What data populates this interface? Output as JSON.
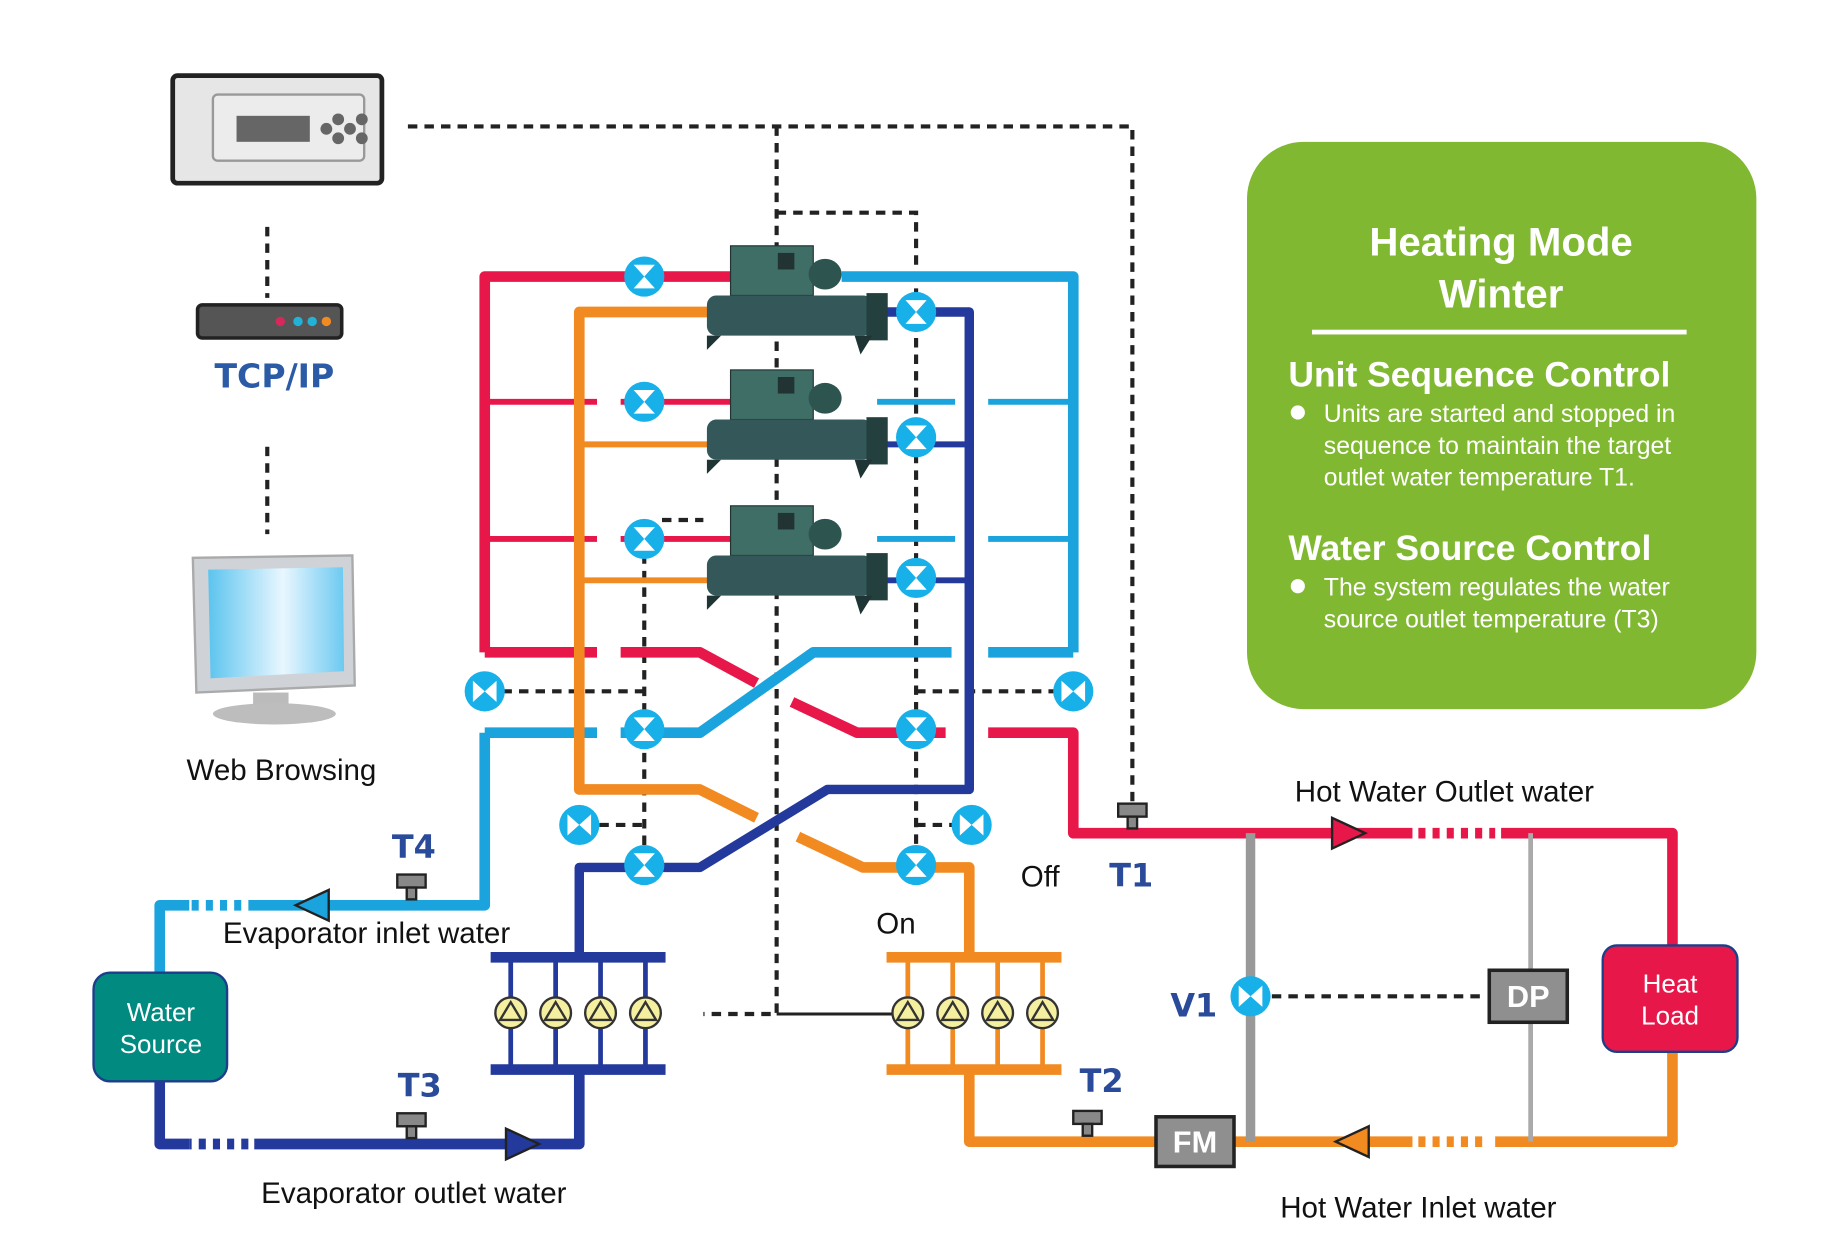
{
  "panel": {
    "title_line1": "Heating Mode",
    "title_line2": "Winter",
    "sections": [
      {
        "heading": "Unit Sequence Control",
        "bullet_lines": [
          "Units are started and stopped in",
          "sequence to maintain the target",
          "outlet water temperature T1."
        ]
      },
      {
        "heading": "Water Source Control",
        "bullet_lines": [
          "The system regulates the water",
          "source outlet temperature (T3)"
        ]
      }
    ],
    "bg_color": "#80b832"
  },
  "network": {
    "protocol_label": "TCP/IP",
    "web_label": "Web Browsing"
  },
  "labels": {
    "evap_inlet": "Evaporator inlet water",
    "evap_outlet": "Evaporator outlet water",
    "hot_outlet": "Hot Water Outlet water",
    "hot_inlet": "Hot Water Inlet water",
    "on": "On",
    "off": "Off"
  },
  "sensors": {
    "t1": "T1",
    "t2": "T2",
    "t3": "T3",
    "t4": "T4",
    "v1": "V1"
  },
  "boxes": {
    "water_source_line1": "Water",
    "water_source_line2": "Source",
    "heat_load_line1": "Heat",
    "heat_load_line2": "Load",
    "dp": "DP",
    "fm": "FM"
  },
  "colors": {
    "hot_red": "#e8174a",
    "cold_light_blue": "#1aa3dc",
    "orange": "#f18a21",
    "dark_blue": "#23399c",
    "valve_cyan": "#18b0e8",
    "water_source_teal": "#008a80",
    "heat_load_red": "#e8174a"
  },
  "chiller_units_count": 3,
  "pumps_per_bank": 4
}
